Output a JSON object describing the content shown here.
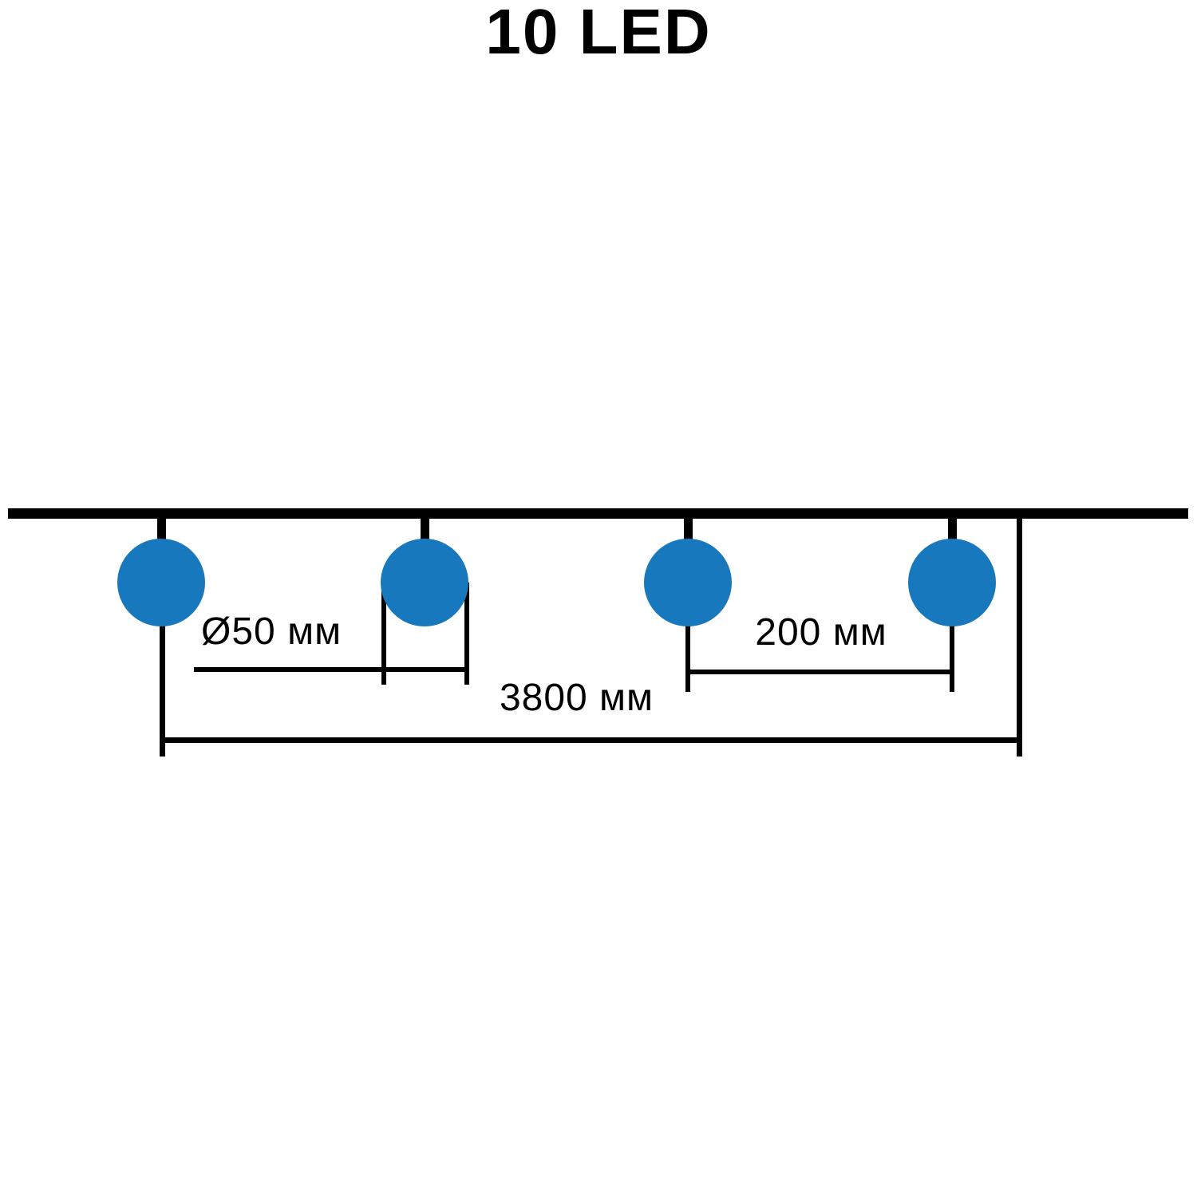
{
  "diagram": {
    "title": "10 LED",
    "labels": {
      "diameter": "Ø50 мм",
      "spacing": "200 мм",
      "total_length": "3800 мм"
    },
    "colors": {
      "bulb": "#1878BE",
      "line": "#000000",
      "background": "#FFFFFF"
    },
    "bulbs_shown": 4
  }
}
